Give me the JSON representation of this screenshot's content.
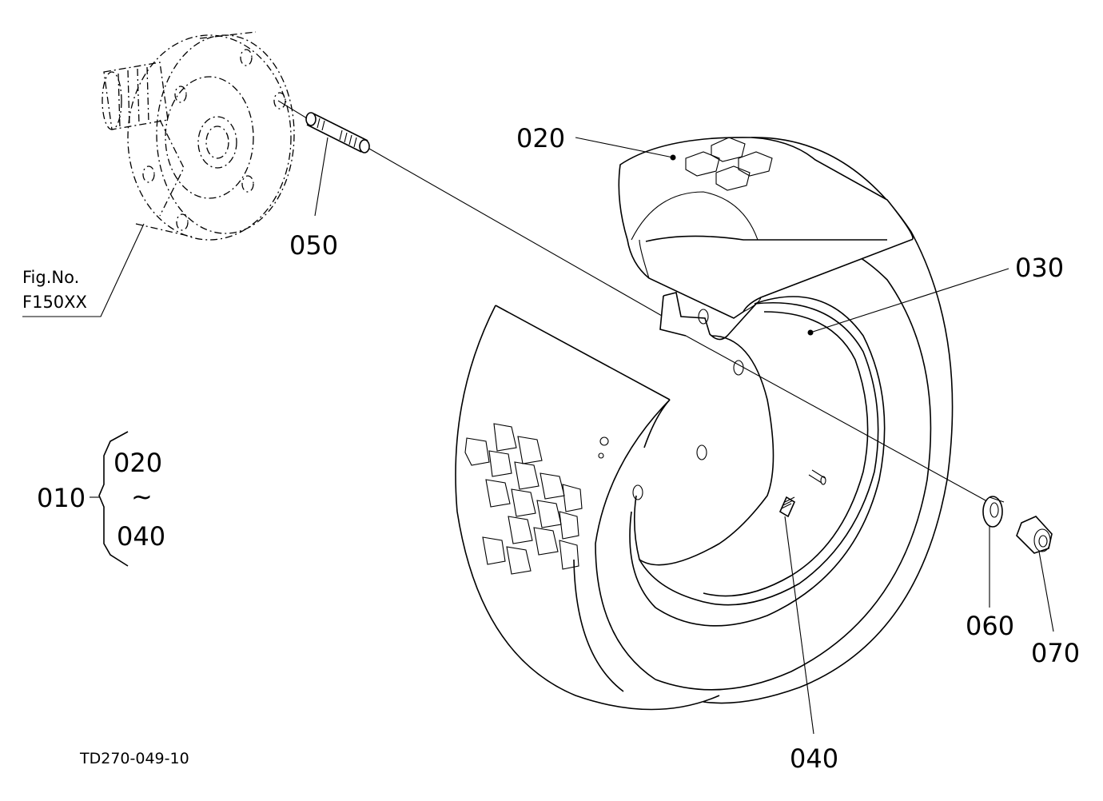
{
  "drawing_code": "TD270-049-10",
  "fig_ref": {
    "line1": "Fig.No.",
    "line2": "F150XX"
  },
  "callouts": {
    "p020": "020",
    "p030": "030",
    "p040": "040",
    "p050": "050",
    "p060": "060",
    "p070": "070"
  },
  "assembly": {
    "number": "010",
    "range_from": "020",
    "range_sep": "~",
    "range_to": "040"
  },
  "icons": [
    "hub-flange-icon",
    "stud-bolt-icon",
    "tire-icon",
    "wheel-rim-icon",
    "valve-icon",
    "washer-icon",
    "nut-icon"
  ]
}
